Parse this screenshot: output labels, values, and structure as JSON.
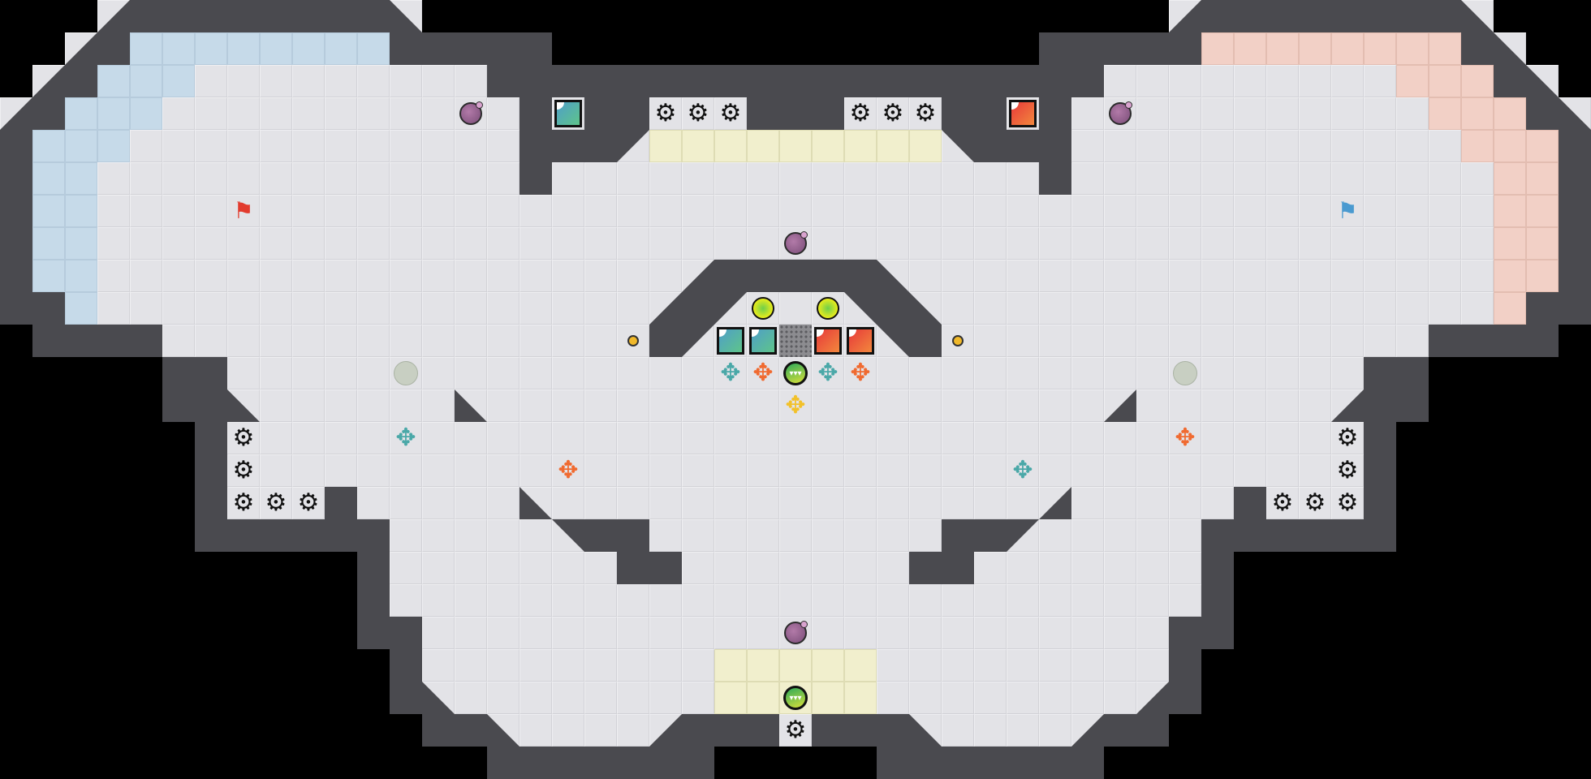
{
  "game": {
    "map_name": "",
    "tile_colors": {
      "wall": "#4a4a4f",
      "floor": "#e3e3e7",
      "blue_endzone": "#c6dae9",
      "red_endzone": "#f2d0c6",
      "neutral_zone": "#f1efcd"
    },
    "entity_colors": {
      "teal": "#4aa8a8",
      "orange": "#f06a30",
      "yellow": "#f2c12a",
      "red_flag": "#e23b2e",
      "blue_flag": "#4a9ad0"
    },
    "entities": {
      "bomb": "bomb-icon",
      "spike": "spike-icon",
      "red_flag": "red-flag-icon",
      "blue_flag": "blue-flag-icon",
      "team_tile_blue": "blue-team-tile",
      "team_tile_red": "red-team-tile",
      "neutral_gate": "gate-grid",
      "powerup": "powerup-icon",
      "button": "button-icon",
      "inactive_bomb": "inactive-bomb-icon",
      "portal": "green-boost-icon",
      "boost_teal": "teal-boost-icon",
      "boost_orange": "orange-boost-icon",
      "boost_yellow": "yellow-boost-icon"
    },
    "glyphs": {
      "spike": "⚙",
      "boost": "✥",
      "flag": "⚑",
      "portal": "▾▾▾"
    }
  }
}
